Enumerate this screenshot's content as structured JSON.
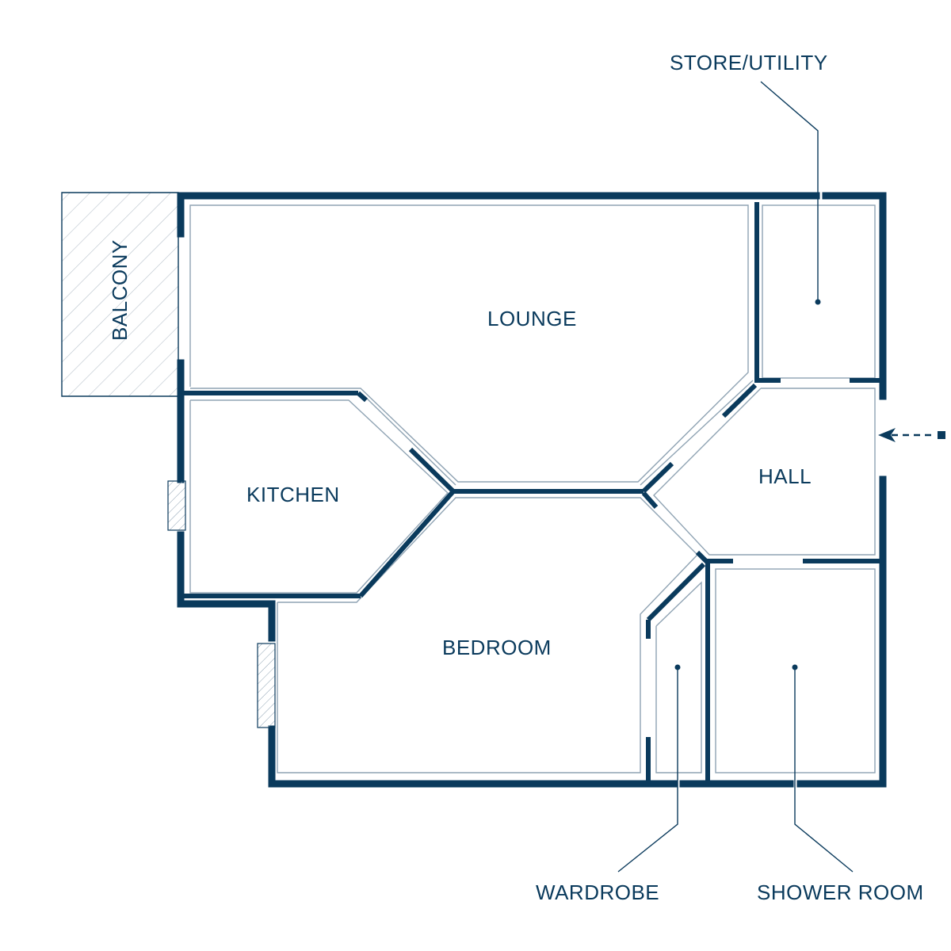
{
  "floorplan": {
    "rooms": {
      "lounge": "LOUNGE",
      "kitchen": "KITCHEN",
      "hall": "HALL",
      "bedroom": "BEDROOM",
      "balcony": "BALCONY"
    },
    "callouts": {
      "store": "STORE/UTILITY",
      "wardrobe": "WARDROBE",
      "shower": "SHOWER ROOM"
    },
    "colors": {
      "wall": "#0a3a5c",
      "inner_line": "#8fa3b3",
      "background": "#ffffff"
    },
    "icons": {
      "entrance": "entrance-arrow-icon"
    }
  }
}
